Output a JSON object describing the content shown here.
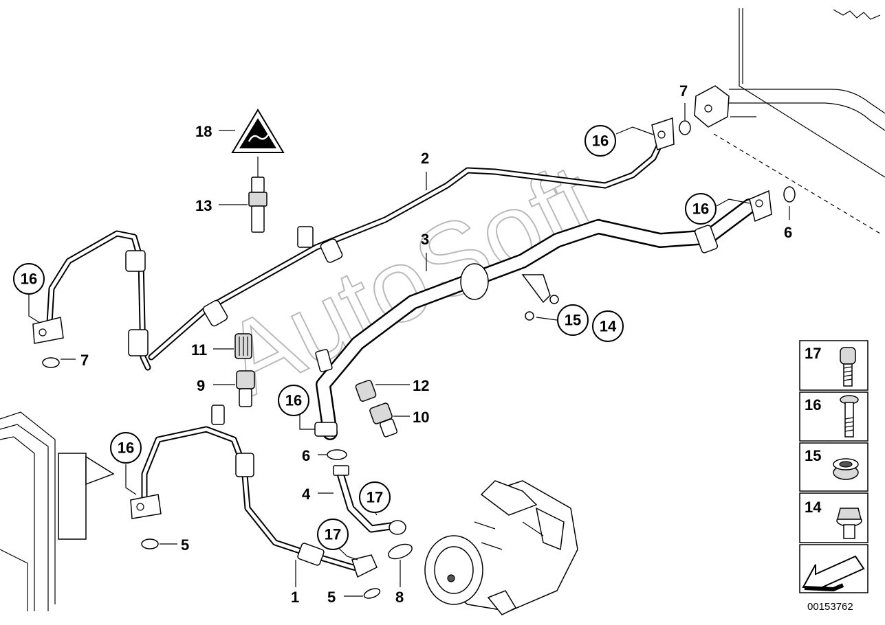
{
  "watermark": "AutoSoft",
  "document_id": "00153762",
  "part_labels": {
    "p1": "1",
    "p2": "2",
    "p3": "3",
    "p4": "4",
    "p5a": "5",
    "p5b": "5",
    "p6a": "6",
    "p6b": "6",
    "p7a": "7",
    "p7b": "7",
    "p8": "8",
    "p9": "9",
    "p10": "10",
    "p11": "11",
    "p12": "12",
    "p13": "13",
    "p18": "18"
  },
  "callouts": {
    "c16_left_top": "16",
    "c16_right_top": "16",
    "c16_right_mid": "16",
    "c16_center": "16",
    "c16_left_bottom": "16",
    "c17_center": "17",
    "c17_bottom": "17",
    "c15": "15",
    "c14": "14"
  },
  "legend": [
    {
      "number": "17",
      "icon": "screw-icon"
    },
    {
      "number": "16",
      "icon": "bolt-icon"
    },
    {
      "number": "15",
      "icon": "grommet-icon"
    },
    {
      "number": "14",
      "icon": "flange-nut-icon"
    }
  ],
  "navigation": {
    "icon": "arrow-icon"
  }
}
